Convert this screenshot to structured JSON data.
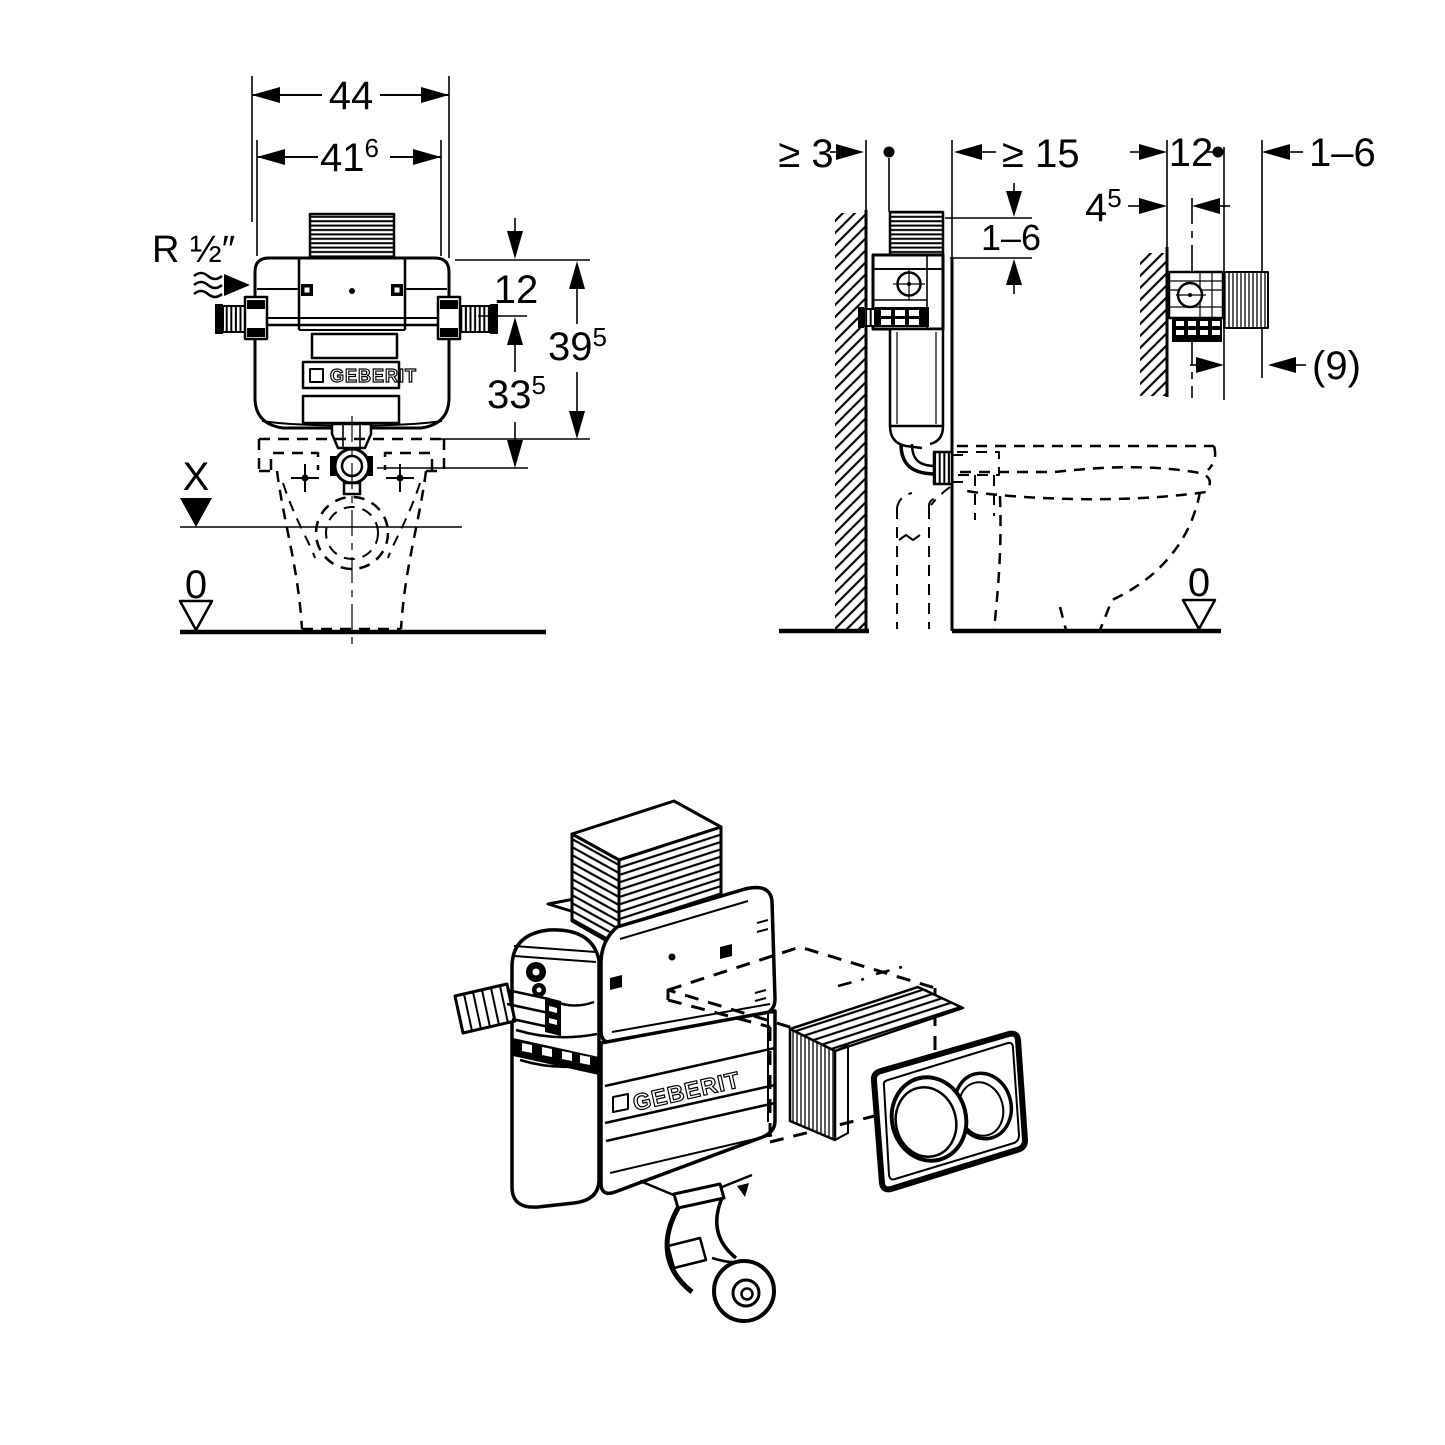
{
  "figure": {
    "front": {
      "dim44": "44",
      "dim416": {
        "main": "41",
        "sup": "6"
      },
      "supply": "R ½″",
      "dim12": "12",
      "dim395": {
        "main": "39",
        "sup": "5"
      },
      "dim335": {
        "main": "33",
        "sup": "5"
      },
      "levelX": "X",
      "level0": "0",
      "logo": "GEBERIT"
    },
    "side": {
      "gap": "≥ 3",
      "clearance": "≥ 15",
      "range": "1–6",
      "level0": "0"
    },
    "detail": {
      "dim12": "12",
      "range": "1–6",
      "dim45": {
        "main": "4",
        "sup": "5"
      },
      "total": "(9)"
    },
    "iso": {
      "logo": "GEBERIT"
    }
  }
}
